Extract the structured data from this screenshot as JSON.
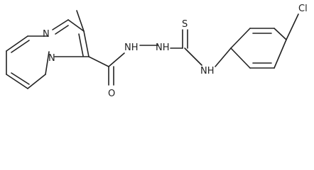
{
  "molecule": {
    "atoms": {
      "n_ring": "N",
      "n_bridge": "N",
      "o_carbonyl": "O",
      "nh_1": "NH",
      "nh_2": "NH",
      "s_thio": "S",
      "nh_3": "NH",
      "cl": "Cl"
    }
  }
}
